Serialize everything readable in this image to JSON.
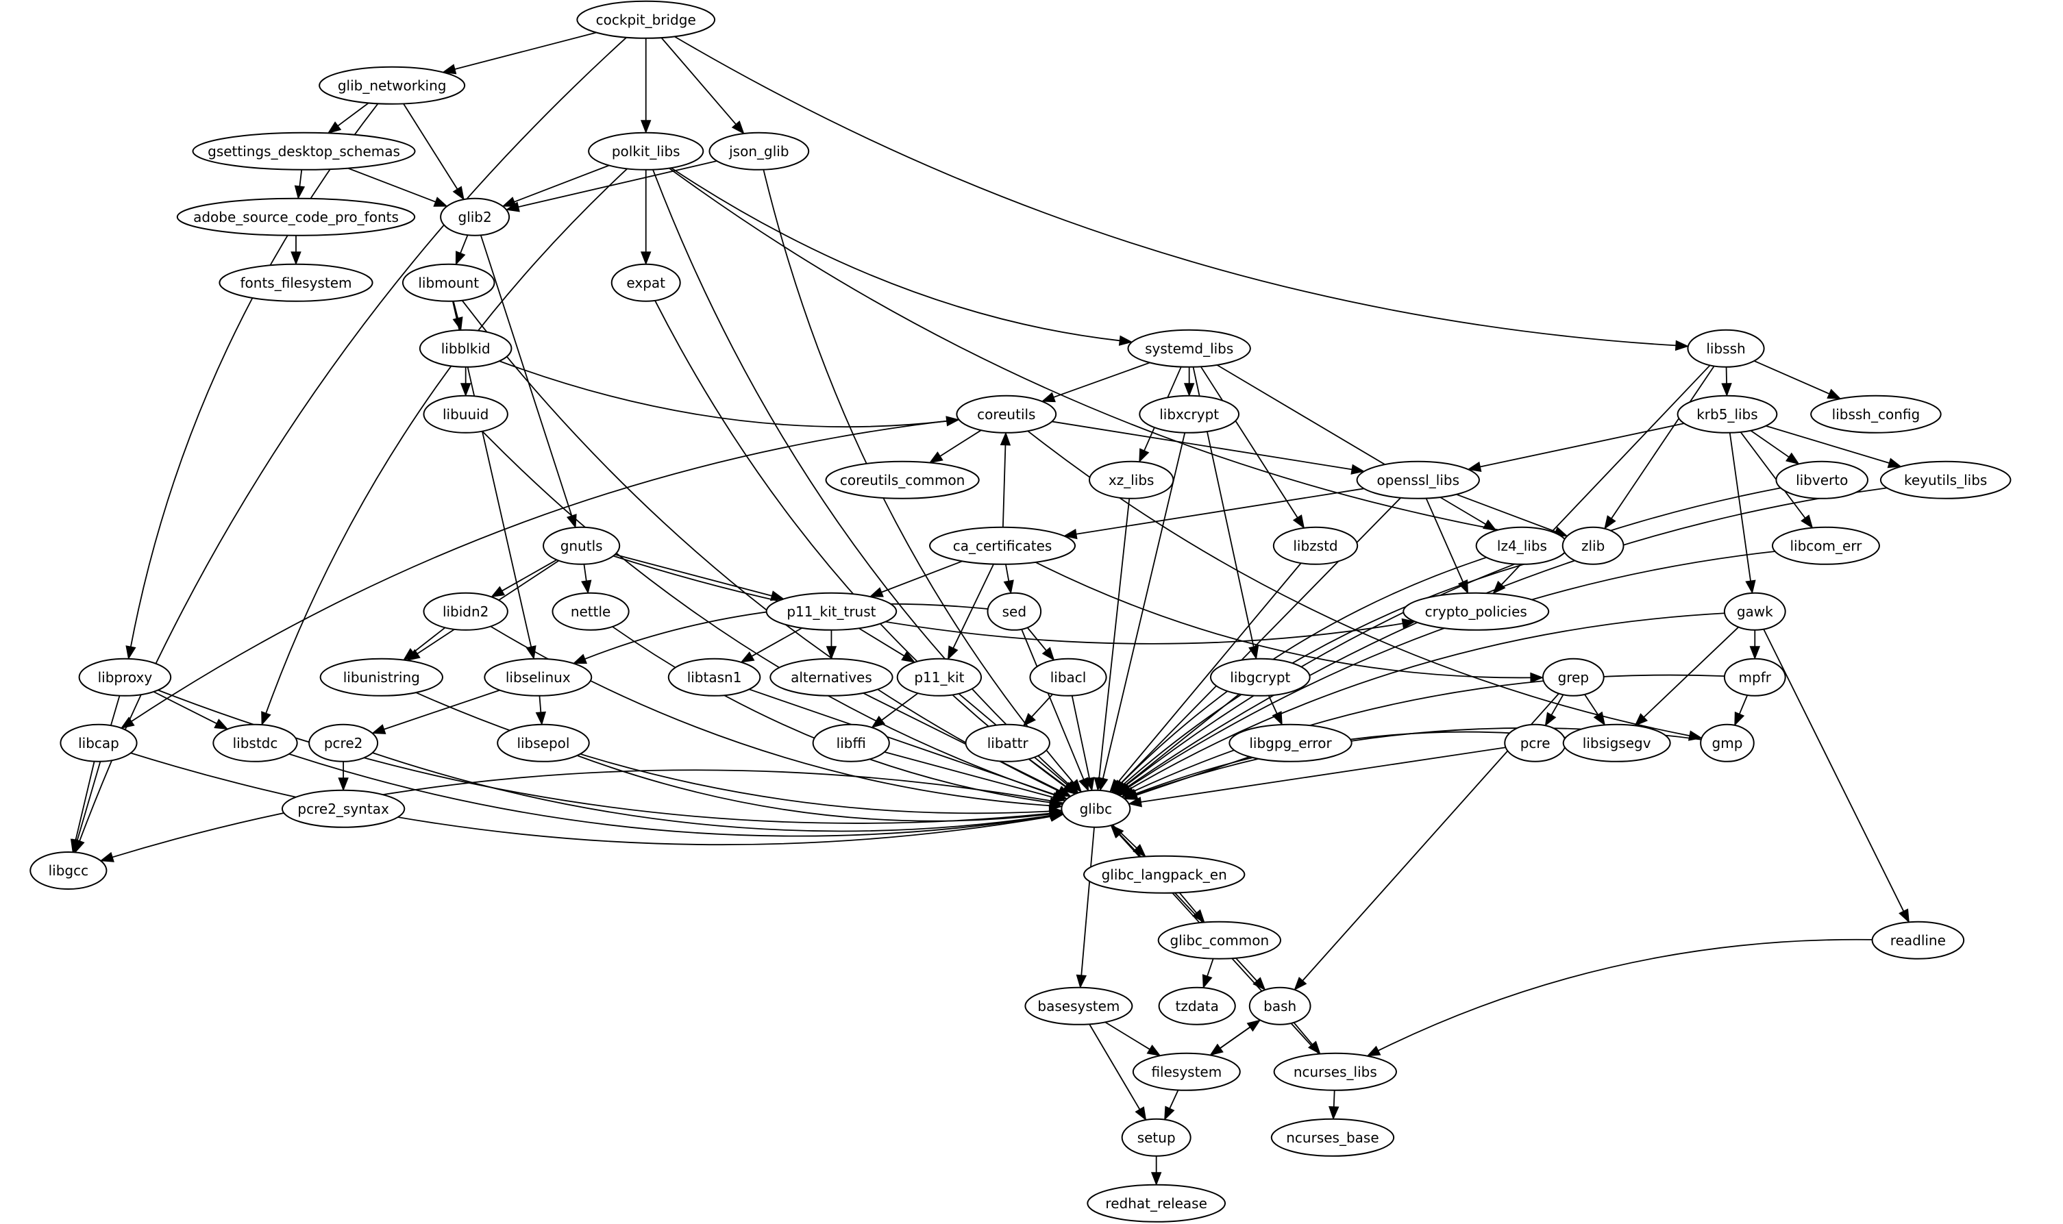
{
  "diagram": {
    "type": "directed-graph",
    "title": "",
    "colors": {
      "node_stroke": "#000000",
      "node_fill": "#ffffff",
      "edge": "#000000",
      "background": "#ffffff"
    },
    "nodes": [
      {
        "id": "cockpit_bridge",
        "label": "cockpit_bridge"
      },
      {
        "id": "glib_networking",
        "label": "glib_networking"
      },
      {
        "id": "polkit_libs",
        "label": "polkit_libs"
      },
      {
        "id": "json_glib",
        "label": "json_glib"
      },
      {
        "id": "gsettings_desktop_schemas",
        "label": "gsettings_desktop_schemas"
      },
      {
        "id": "glib2",
        "label": "glib2"
      },
      {
        "id": "adobe_source_code_pro_fonts",
        "label": "adobe_source_code_pro_fonts"
      },
      {
        "id": "fonts_filesystem",
        "label": "fonts_filesystem"
      },
      {
        "id": "libmount",
        "label": "libmount"
      },
      {
        "id": "expat",
        "label": "expat"
      },
      {
        "id": "libblkid",
        "label": "libblkid"
      },
      {
        "id": "libuuid",
        "label": "libuuid"
      },
      {
        "id": "systemd_libs",
        "label": "systemd_libs"
      },
      {
        "id": "libssh",
        "label": "libssh"
      },
      {
        "id": "coreutils",
        "label": "coreutils"
      },
      {
        "id": "libxcrypt",
        "label": "libxcrypt"
      },
      {
        "id": "krb5_libs",
        "label": "krb5_libs"
      },
      {
        "id": "libssh_config",
        "label": "libssh_config"
      },
      {
        "id": "coreutils_common",
        "label": "coreutils_common"
      },
      {
        "id": "xz_libs",
        "label": "xz_libs"
      },
      {
        "id": "openssl_libs",
        "label": "openssl_libs"
      },
      {
        "id": "libverto",
        "label": "libverto"
      },
      {
        "id": "keyutils_libs",
        "label": "keyutils_libs"
      },
      {
        "id": "gnutls",
        "label": "gnutls"
      },
      {
        "id": "ca_certificates",
        "label": "ca_certificates"
      },
      {
        "id": "libzstd",
        "label": "libzstd"
      },
      {
        "id": "lz4_libs",
        "label": "lz4_libs"
      },
      {
        "id": "zlib",
        "label": "zlib"
      },
      {
        "id": "libcom_err",
        "label": "libcom_err"
      },
      {
        "id": "libidn2",
        "label": "libidn2"
      },
      {
        "id": "nettle",
        "label": "nettle"
      },
      {
        "id": "p11_kit_trust",
        "label": "p11_kit_trust"
      },
      {
        "id": "sed",
        "label": "sed"
      },
      {
        "id": "crypto_policies",
        "label": "crypto_policies"
      },
      {
        "id": "gawk",
        "label": "gawk"
      },
      {
        "id": "libproxy",
        "label": "libproxy"
      },
      {
        "id": "libunistring",
        "label": "libunistring"
      },
      {
        "id": "libselinux",
        "label": "libselinux"
      },
      {
        "id": "libtasn1",
        "label": "libtasn1"
      },
      {
        "id": "alternatives",
        "label": "alternatives"
      },
      {
        "id": "p11_kit",
        "label": "p11_kit"
      },
      {
        "id": "libacl",
        "label": "libacl"
      },
      {
        "id": "libgcrypt",
        "label": "libgcrypt"
      },
      {
        "id": "grep",
        "label": "grep"
      },
      {
        "id": "mpfr",
        "label": "mpfr"
      },
      {
        "id": "libcap",
        "label": "libcap"
      },
      {
        "id": "libstdc",
        "label": "libstdc"
      },
      {
        "id": "pcre2",
        "label": "pcre2"
      },
      {
        "id": "libsepol",
        "label": "libsepol"
      },
      {
        "id": "libffi",
        "label": "libffi"
      },
      {
        "id": "libattr",
        "label": "libattr"
      },
      {
        "id": "libgpg_error",
        "label": "libgpg_error"
      },
      {
        "id": "pcre",
        "label": "pcre"
      },
      {
        "id": "libsigsegv",
        "label": "libsigsegv"
      },
      {
        "id": "gmp",
        "label": "gmp"
      },
      {
        "id": "glibc",
        "label": "glibc"
      },
      {
        "id": "pcre2_syntax",
        "label": "pcre2_syntax"
      },
      {
        "id": "libgcc",
        "label": "libgcc"
      },
      {
        "id": "glibc_langpack_en",
        "label": "glibc_langpack_en"
      },
      {
        "id": "glibc_common",
        "label": "glibc_common"
      },
      {
        "id": "readline",
        "label": "readline"
      },
      {
        "id": "basesystem",
        "label": "basesystem"
      },
      {
        "id": "tzdata",
        "label": "tzdata"
      },
      {
        "id": "bash",
        "label": "bash"
      },
      {
        "id": "filesystem",
        "label": "filesystem"
      },
      {
        "id": "ncurses_libs",
        "label": "ncurses_libs"
      },
      {
        "id": "setup",
        "label": "setup"
      },
      {
        "id": "ncurses_base",
        "label": "ncurses_base"
      },
      {
        "id": "redhat_release",
        "label": "redhat_release"
      }
    ],
    "edges": [
      [
        "cockpit_bridge",
        "glib_networking"
      ],
      [
        "cockpit_bridge",
        "polkit_libs"
      ],
      [
        "cockpit_bridge",
        "json_glib"
      ],
      [
        "cockpit_bridge",
        "libssh"
      ],
      [
        "cockpit_bridge",
        "libgcc"
      ],
      [
        "glib_networking",
        "gsettings_desktop_schemas"
      ],
      [
        "glib_networking",
        "glib2"
      ],
      [
        "glib_networking",
        "libproxy"
      ],
      [
        "gsettings_desktop_schemas",
        "adobe_source_code_pro_fonts"
      ],
      [
        "gsettings_desktop_schemas",
        "glib2"
      ],
      [
        "adobe_source_code_pro_fonts",
        "fonts_filesystem"
      ],
      [
        "polkit_libs",
        "glib2"
      ],
      [
        "polkit_libs",
        "expat"
      ],
      [
        "polkit_libs",
        "systemd_libs"
      ],
      [
        "polkit_libs",
        "libstdc"
      ],
      [
        "polkit_libs",
        "glibc"
      ],
      [
        "polkit_libs",
        "zlib"
      ],
      [
        "json_glib",
        "glib2"
      ],
      [
        "json_glib",
        "glibc"
      ],
      [
        "glib2",
        "libmount"
      ],
      [
        "glib2",
        "gnutls"
      ],
      [
        "libmount",
        "libblkid"
      ],
      [
        "libmount",
        "libselinux"
      ],
      [
        "libmount",
        "glibc"
      ],
      [
        "libblkid",
        "libuuid"
      ],
      [
        "libblkid",
        "coreutils"
      ],
      [
        "libuuid",
        "glibc"
      ],
      [
        "expat",
        "glibc"
      ],
      [
        "systemd_libs",
        "coreutils"
      ],
      [
        "systemd_libs",
        "libxcrypt"
      ],
      [
        "systemd_libs",
        "xz_libs"
      ],
      [
        "systemd_libs",
        "libzstd"
      ],
      [
        "systemd_libs",
        "lz4_libs"
      ],
      [
        "systemd_libs",
        "libgcrypt"
      ],
      [
        "libssh",
        "krb5_libs"
      ],
      [
        "libssh",
        "libssh_config"
      ],
      [
        "libssh",
        "zlib"
      ],
      [
        "libssh",
        "crypto_policies"
      ],
      [
        "krb5_libs",
        "openssl_libs"
      ],
      [
        "krb5_libs",
        "libverto"
      ],
      [
        "krb5_libs",
        "keyutils_libs"
      ],
      [
        "krb5_libs",
        "libcom_err"
      ],
      [
        "krb5_libs",
        "gawk"
      ],
      [
        "coreutils",
        "coreutils_common"
      ],
      [
        "coreutils",
        "openssl_libs"
      ],
      [
        "coreutils",
        "libcap"
      ],
      [
        "coreutils",
        "gmp"
      ],
      [
        "openssl_libs",
        "ca_certificates"
      ],
      [
        "openssl_libs",
        "zlib"
      ],
      [
        "openssl_libs",
        "crypto_policies"
      ],
      [
        "openssl_libs",
        "glibc"
      ],
      [
        "ca_certificates",
        "coreutils"
      ],
      [
        "ca_certificates",
        "p11_kit_trust"
      ],
      [
        "ca_certificates",
        "p11_kit"
      ],
      [
        "ca_certificates",
        "sed"
      ],
      [
        "ca_certificates",
        "grep"
      ],
      [
        "gnutls",
        "libidn2"
      ],
      [
        "gnutls",
        "nettle"
      ],
      [
        "gnutls",
        "p11_kit_trust"
      ],
      [
        "gnutls",
        "libunistring"
      ],
      [
        "gnutls",
        "crypto_policies"
      ],
      [
        "libidn2",
        "libunistring"
      ],
      [
        "libidn2",
        "glibc"
      ],
      [
        "nettle",
        "glibc"
      ],
      [
        "p11_kit_trust",
        "libtasn1"
      ],
      [
        "p11_kit_trust",
        "alternatives"
      ],
      [
        "p11_kit_trust",
        "p11_kit"
      ],
      [
        "sed",
        "libselinux"
      ],
      [
        "sed",
        "libacl"
      ],
      [
        "sed",
        "glibc"
      ],
      [
        "libproxy",
        "libstdc"
      ],
      [
        "libproxy",
        "libgcc"
      ],
      [
        "libproxy",
        "glibc"
      ],
      [
        "libselinux",
        "pcre2"
      ],
      [
        "libselinux",
        "libsepol"
      ],
      [
        "libunistring",
        "glibc"
      ],
      [
        "libtasn1",
        "glibc"
      ],
      [
        "alternatives",
        "glibc"
      ],
      [
        "p11_kit",
        "libffi"
      ],
      [
        "p11_kit",
        "glibc"
      ],
      [
        "libacl",
        "libattr"
      ],
      [
        "libacl",
        "glibc"
      ],
      [
        "libgcrypt",
        "libgpg_error"
      ],
      [
        "libgcrypt",
        "glibc"
      ],
      [
        "xz_libs",
        "glibc"
      ],
      [
        "libxcrypt",
        "glibc"
      ],
      [
        "libzstd",
        "glibc"
      ],
      [
        "lz4_libs",
        "glibc"
      ],
      [
        "zlib",
        "glibc"
      ],
      [
        "libverto",
        "glibc"
      ],
      [
        "keyutils_libs",
        "glibc"
      ],
      [
        "libcom_err",
        "glibc"
      ],
      [
        "gawk",
        "mpfr"
      ],
      [
        "gawk",
        "libsigsegv"
      ],
      [
        "gawk",
        "glibc"
      ],
      [
        "gawk",
        "readline"
      ],
      [
        "mpfr",
        "gmp"
      ],
      [
        "mpfr",
        "glibc"
      ],
      [
        "grep",
        "pcre"
      ],
      [
        "grep",
        "libsigsegv"
      ],
      [
        "grep",
        "bash"
      ],
      [
        "libcap",
        "libgcc"
      ],
      [
        "libcap",
        "glibc"
      ],
      [
        "libstdc",
        "glibc"
      ],
      [
        "pcre2",
        "pcre2_syntax"
      ],
      [
        "pcre2",
        "glibc"
      ],
      [
        "libsepol",
        "glibc"
      ],
      [
        "libffi",
        "glibc"
      ],
      [
        "libattr",
        "glibc"
      ],
      [
        "libgpg_error",
        "glibc"
      ],
      [
        "pcre",
        "glibc"
      ],
      [
        "libsigsegv",
        "glibc"
      ],
      [
        "gmp",
        "glibc"
      ],
      [
        "glibc",
        "libgcc"
      ],
      [
        "glibc",
        "glibc_langpack_en"
      ],
      [
        "glibc",
        "basesystem"
      ],
      [
        "glibc_langpack_en",
        "glibc_common"
      ],
      [
        "glibc_common",
        "glibc"
      ],
      [
        "glibc_common",
        "tzdata"
      ],
      [
        "glibc_common",
        "bash"
      ],
      [
        "readline",
        "ncurses_libs"
      ],
      [
        "basesystem",
        "filesystem"
      ],
      [
        "basesystem",
        "setup"
      ],
      [
        "bash",
        "filesystem"
      ],
      [
        "bash",
        "ncurses_libs"
      ],
      [
        "filesystem",
        "bash"
      ],
      [
        "filesystem",
        "setup"
      ],
      [
        "ncurses_libs",
        "glibc"
      ],
      [
        "ncurses_libs",
        "ncurses_base"
      ],
      [
        "setup",
        "redhat_release"
      ]
    ]
  }
}
